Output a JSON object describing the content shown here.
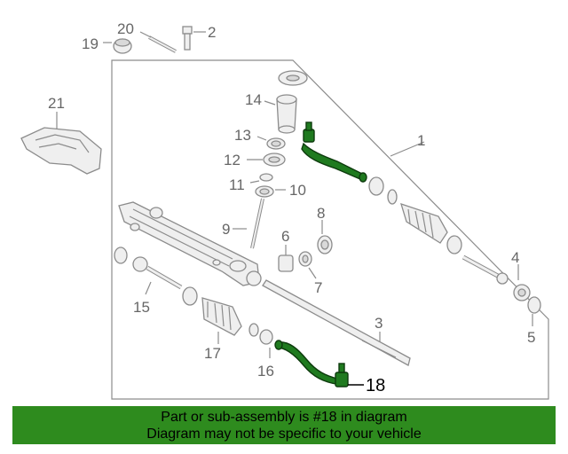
{
  "callouts": {
    "c1": "1",
    "c2": "2",
    "c3": "3",
    "c4": "4",
    "c5": "5",
    "c6": "6",
    "c7": "7",
    "c8": "8",
    "c9": "9",
    "c10": "10",
    "c11": "11",
    "c12": "12",
    "c13": "13",
    "c14": "14",
    "c15": "15",
    "c16": "16",
    "c17": "17",
    "c18": "18",
    "c19": "19",
    "c20": "20",
    "c21": "21"
  },
  "highlight": {
    "part_number": "18",
    "color": "#1f7a1f"
  },
  "banner": {
    "line1": "Part or sub-assembly is #18 in diagram",
    "line2": "Diagram may not be specific to your vehicle",
    "background": "#2e8b1e"
  }
}
